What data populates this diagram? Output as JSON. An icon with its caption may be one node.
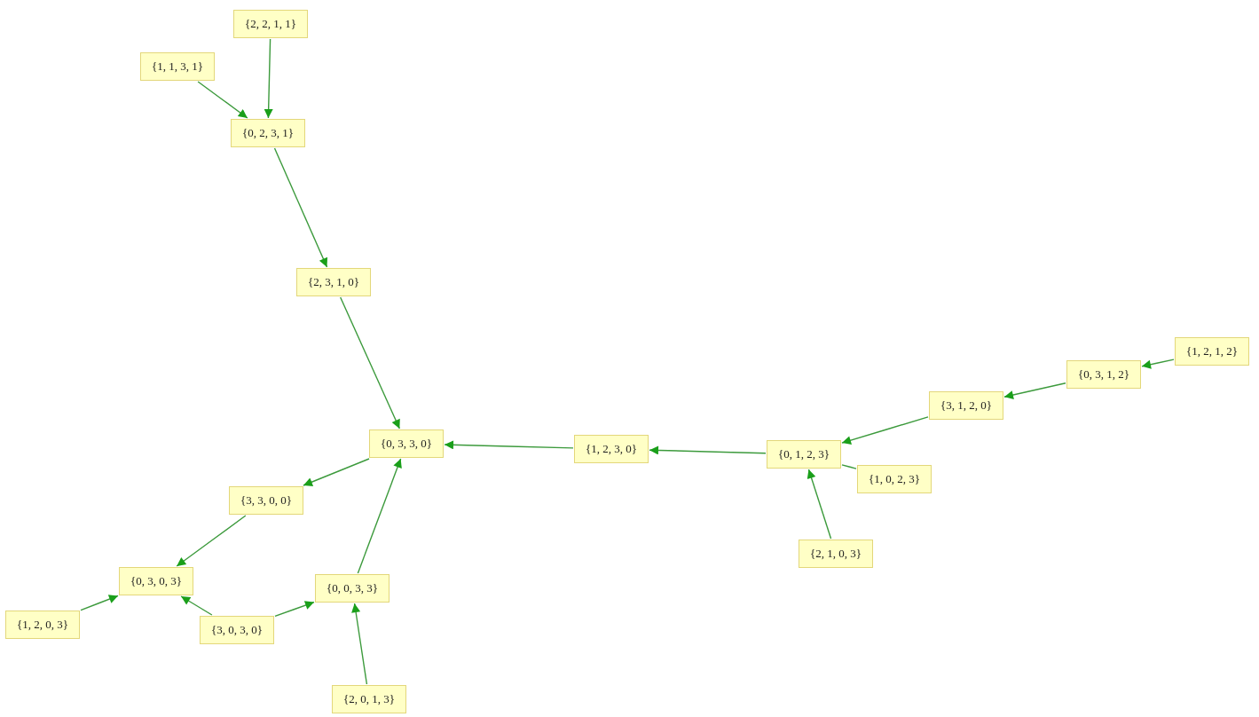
{
  "diagram": {
    "nodes": [
      {
        "text": [
          "{2, 2, 1, 1}"
        ]
      },
      {
        "text": [
          "{1, 1, 3, 1}"
        ]
      },
      {
        "text": [
          "{0, 2, 3, 1}"
        ]
      },
      {
        "text": [
          "{2, 3, 1, 0}"
        ]
      },
      {
        "text": [
          "{0, 3, 3, 0}"
        ]
      },
      {
        "text": [
          "{1, 2, 3, 0}"
        ]
      },
      {
        "text": [
          "{1, 2, 1, 2}"
        ]
      },
      {
        "text": [
          "{0, 3, 1, 2}"
        ]
      },
      {
        "text": [
          "{3, 1, 2, 0}"
        ]
      },
      {
        "text": [
          "{0, 1, 2, 3}"
        ]
      },
      {
        "text": [
          "{1, 0, 2, 3}"
        ]
      },
      {
        "text": [
          "{2, 1, 0, 3}"
        ]
      },
      {
        "text": [
          "{3, 3, 0, 0}"
        ]
      },
      {
        "text": [
          "{0, 3, 0, 3}"
        ]
      },
      {
        "text": [
          "{0, 0, 3, 3}"
        ]
      },
      {
        "text": [
          "{1, 2, 0, 3}"
        ]
      },
      {
        "text": [
          "{3, 0, 3, 0}"
        ]
      },
      {
        "text": [
          "{2, 0, 1, 3}"
        ]
      }
    ],
    "edges": [
      {
        "from": 0,
        "to": 2,
        "arrow": "to"
      },
      {
        "from": 1,
        "to": 2,
        "arrow": "to"
      },
      {
        "from": 2,
        "to": 3,
        "arrow": "to"
      },
      {
        "from": 3,
        "to": 4,
        "arrow": "to"
      },
      {
        "from": 5,
        "to": 4,
        "arrow": "to"
      },
      {
        "from": 9,
        "to": 5,
        "arrow": "to"
      },
      {
        "from": 6,
        "to": 7,
        "arrow": "to"
      },
      {
        "from": 7,
        "to": 8,
        "arrow": "to"
      },
      {
        "from": 8,
        "to": 9,
        "arrow": "to"
      },
      {
        "from": 9,
        "to": 10,
        "arrow": "none"
      },
      {
        "from": 11,
        "to": 9,
        "arrow": "to"
      },
      {
        "from": 4,
        "to": 12,
        "arrow": "to"
      },
      {
        "from": 12,
        "to": 13,
        "arrow": "to"
      },
      {
        "from": 15,
        "to": 13,
        "arrow": "to"
      },
      {
        "from": 16,
        "to": 13,
        "arrow": "to"
      },
      {
        "from": 16,
        "to": 14,
        "arrow": "to"
      },
      {
        "from": 14,
        "to": 4,
        "arrow": "to"
      },
      {
        "from": 17,
        "to": 14,
        "arrow": "to"
      }
    ]
  }
}
